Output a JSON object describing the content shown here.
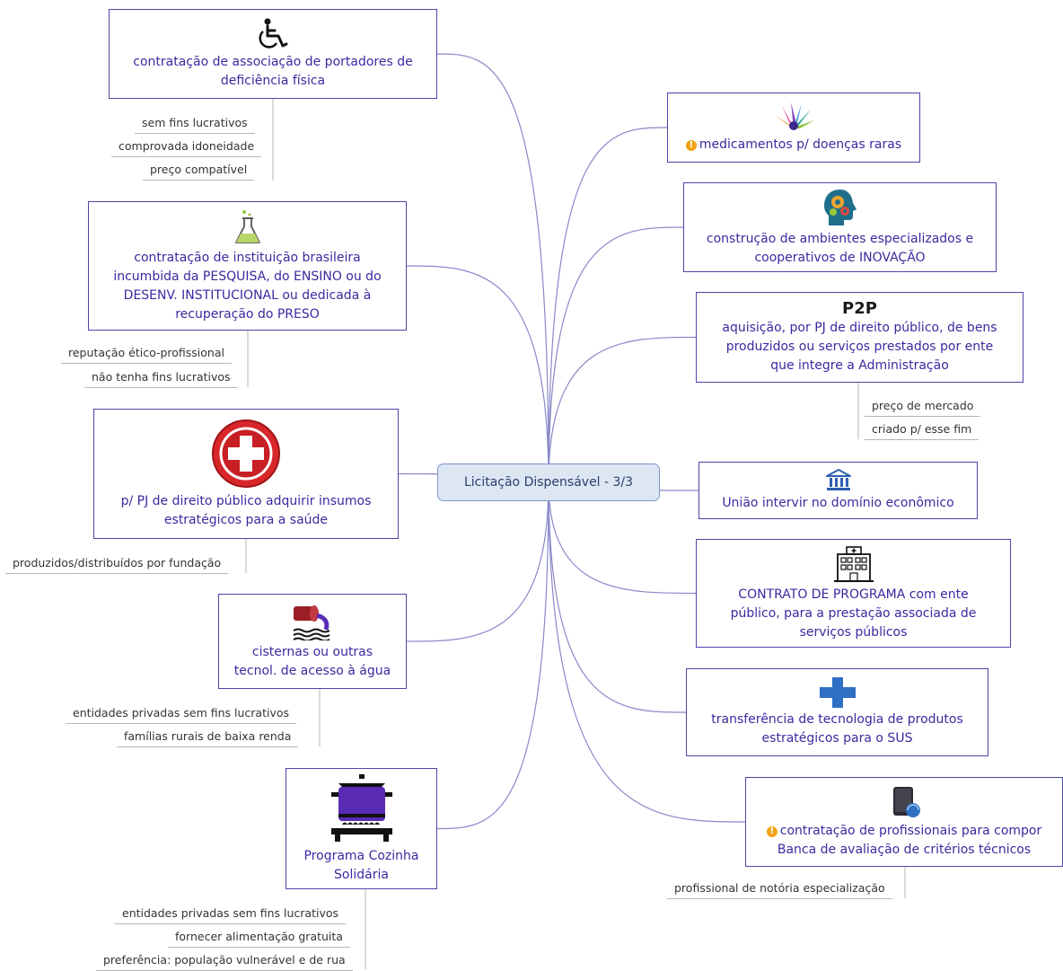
{
  "center": {
    "label": "Licitação Dispensável - 3/3"
  },
  "left": [
    {
      "lines": [
        "contratação de associação de portadores de",
        "deficiência física"
      ],
      "icon": "wheelchair-icon",
      "details": [
        "sem fins lucrativos",
        "comprovada idoneidade",
        "preço compatível"
      ]
    },
    {
      "lines": [
        "contratação de instituição brasileira",
        "incumbida da PESQUISA, do ENSINO ou do",
        "DESENV. INSTITUCIONAL ou dedicada à",
        "recuperação do PRESO"
      ],
      "icon": "lab-flask-icon",
      "details": [
        "reputação ético-profissional",
        "não tenha fins lucrativos"
      ]
    },
    {
      "lines": [
        "p/ PJ de direito público adquirir insumos",
        "estratégicos para a saúde"
      ],
      "icon": "red-cross-plus-icon",
      "details": [
        "produzidos/distribuídos por fundação"
      ]
    },
    {
      "lines": [
        "cisternas ou outras",
        "tecnol. de acesso à água"
      ],
      "icon": "water-pipe-icon",
      "details": [
        "entidades privadas sem fins lucrativos",
        "famílias rurais de baixa renda"
      ]
    },
    {
      "lines": [
        "Programa Cozinha",
        "Solidária"
      ],
      "icon": "cooking-pot-stove-icon",
      "details": [
        "entidades privadas sem fins lucrativos",
        "fornecer alimentação gratuita",
        "preferência: população vulnerável e de rua"
      ]
    }
  ],
  "right": [
    {
      "lines": [
        "medicamentos p/ doenças raras"
      ],
      "icon": "rare-disease-hands-icon",
      "warning": "!",
      "details": []
    },
    {
      "lines": [
        "construção de ambientes especializados e",
        "cooperativos de INOVAÇÃO"
      ],
      "icon": "innovation-head-gears-icon",
      "details": []
    },
    {
      "heading": "P2P",
      "lines": [
        "aquisição, por PJ de direito público, de bens",
        "produzidos ou serviços prestados por ente",
        "que integre a Administração"
      ],
      "details": [
        "preço de mercado",
        "criado p/ esse fim"
      ]
    },
    {
      "lines": [
        "União intervir no domínio econômico"
      ],
      "icon": "government-building-icon",
      "details": []
    },
    {
      "lines": [
        "CONTRATO DE PROGRAMA com ente",
        "público, para a prestação associada de",
        "serviços públicos"
      ],
      "icon": "hospital-building-icon",
      "details": []
    },
    {
      "lines": [
        "transferência de tecnologia de produtos",
        "estratégicos para o SUS"
      ],
      "icon": "blue-plus-icon",
      "details": []
    },
    {
      "lines": [
        "contratação de profissionais para compor",
        "Banca de avaliação de critérios técnicos"
      ],
      "icon": "dark-device-icon",
      "warning": "!",
      "details": [
        "profissional de notória especialização"
      ]
    }
  ],
  "colors": {
    "topic_border": "#4a46a8",
    "topic_text": "#3a2aa0",
    "connector": "#8a88c8",
    "center_fill": "#dde6f3"
  }
}
